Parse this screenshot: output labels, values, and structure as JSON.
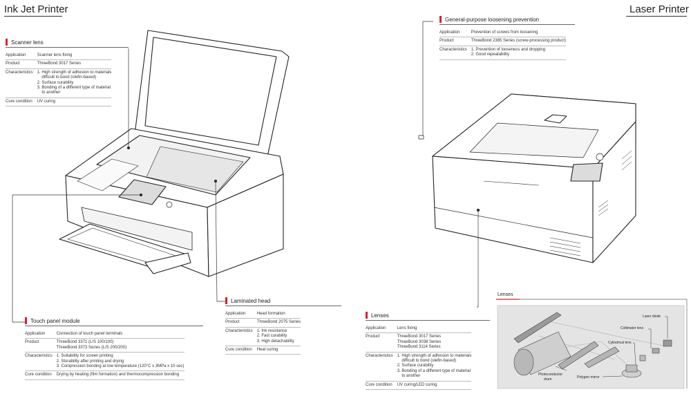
{
  "titles": {
    "left": "Ink Jet Printer",
    "right": "Laser Printer"
  },
  "sections": {
    "scanner": {
      "title": "Scanner lens",
      "rows": [
        {
          "k": "Application",
          "lines": [
            "Scanner lens fixing"
          ]
        },
        {
          "k": "Product",
          "lines": [
            "ThreeBond 3017 Series"
          ]
        },
        {
          "k": "Characteristics",
          "lines": [
            "1. High strength of adhesion to materials",
            "    difficult to bond (olefin-based)",
            "2. Surface curability",
            "3. Bonding of a different type of material",
            "    to another"
          ]
        },
        {
          "k": "Cure condition",
          "lines": [
            "UV curing"
          ]
        }
      ]
    },
    "touch": {
      "title": "Touch panel module",
      "rows": [
        {
          "k": "Application",
          "lines": [
            "Connection of touch panel terminals"
          ]
        },
        {
          "k": "Product",
          "lines": [
            "ThreeBond 3371 (L/S 100/100)",
            "ThreeBond 3373 Series (L/S 200/200)"
          ]
        },
        {
          "k": "Characteristics",
          "lines": [
            "1. Suitability for screen printing",
            "2. Storability after printing and drying",
            "3. Compression bonding at low temperature (120°C x 3MPa x 10 sec)"
          ]
        },
        {
          "k": "Cure condition",
          "lines": [
            "Drying by heating (film formation) and thermocompression bonding"
          ]
        }
      ]
    },
    "laminated": {
      "title": "Laminated head",
      "rows": [
        {
          "k": "Application",
          "lines": [
            "Head formation"
          ]
        },
        {
          "k": "Product",
          "lines": [
            "ThreeBond 2075 Series"
          ]
        },
        {
          "k": "Characteristics",
          "lines": [
            "1. Ink resistance",
            "2. Fast curability",
            "3. High detachability"
          ]
        },
        {
          "k": "Cure condition",
          "lines": [
            "Heat curing"
          ]
        }
      ]
    },
    "loosening": {
      "title": "General-purpose loosening prevention",
      "rows": [
        {
          "k": "Application",
          "lines": [
            "Prevention of screws from loosening"
          ]
        },
        {
          "k": "Product",
          "lines": [
            "ThreeBond 2365 Series (screw-processing product)"
          ]
        },
        {
          "k": "Characteristics",
          "lines": [
            "1. Prevention of looseness and dropping",
            "2. Good repeatability"
          ]
        }
      ]
    },
    "lenses": {
      "title": "Lenses",
      "rows": [
        {
          "k": "Application",
          "lines": [
            "Lens fixing"
          ]
        },
        {
          "k": "Product",
          "lines": [
            "ThreeBond 3017 Series",
            "ThreeBond 3038 Series",
            "ThreeBond 3114 Series"
          ]
        },
        {
          "k": "Characteristics",
          "lines": [
            "1. High strength of adhesion to materials",
            "    difficult to bond (olefin-based)",
            "2. Surface curability",
            "3. Bonding of a different type of material",
            "    to another"
          ]
        },
        {
          "k": "Cure condition",
          "lines": [
            "UV curing/LED curing"
          ]
        }
      ]
    }
  },
  "lens_diagram": {
    "title": "Lenses",
    "labels": {
      "laser_diode": "Laser diode",
      "collimator": "Collimator lens",
      "cylindrical": "Cylindrical lens",
      "photoconductor": "Photoconductor",
      "drum": "drum",
      "polygon": "Polygon mirror"
    }
  },
  "colors": {
    "accent": "#d9202b",
    "line": "#333333",
    "diagram_bg": "#e4e4e4"
  }
}
